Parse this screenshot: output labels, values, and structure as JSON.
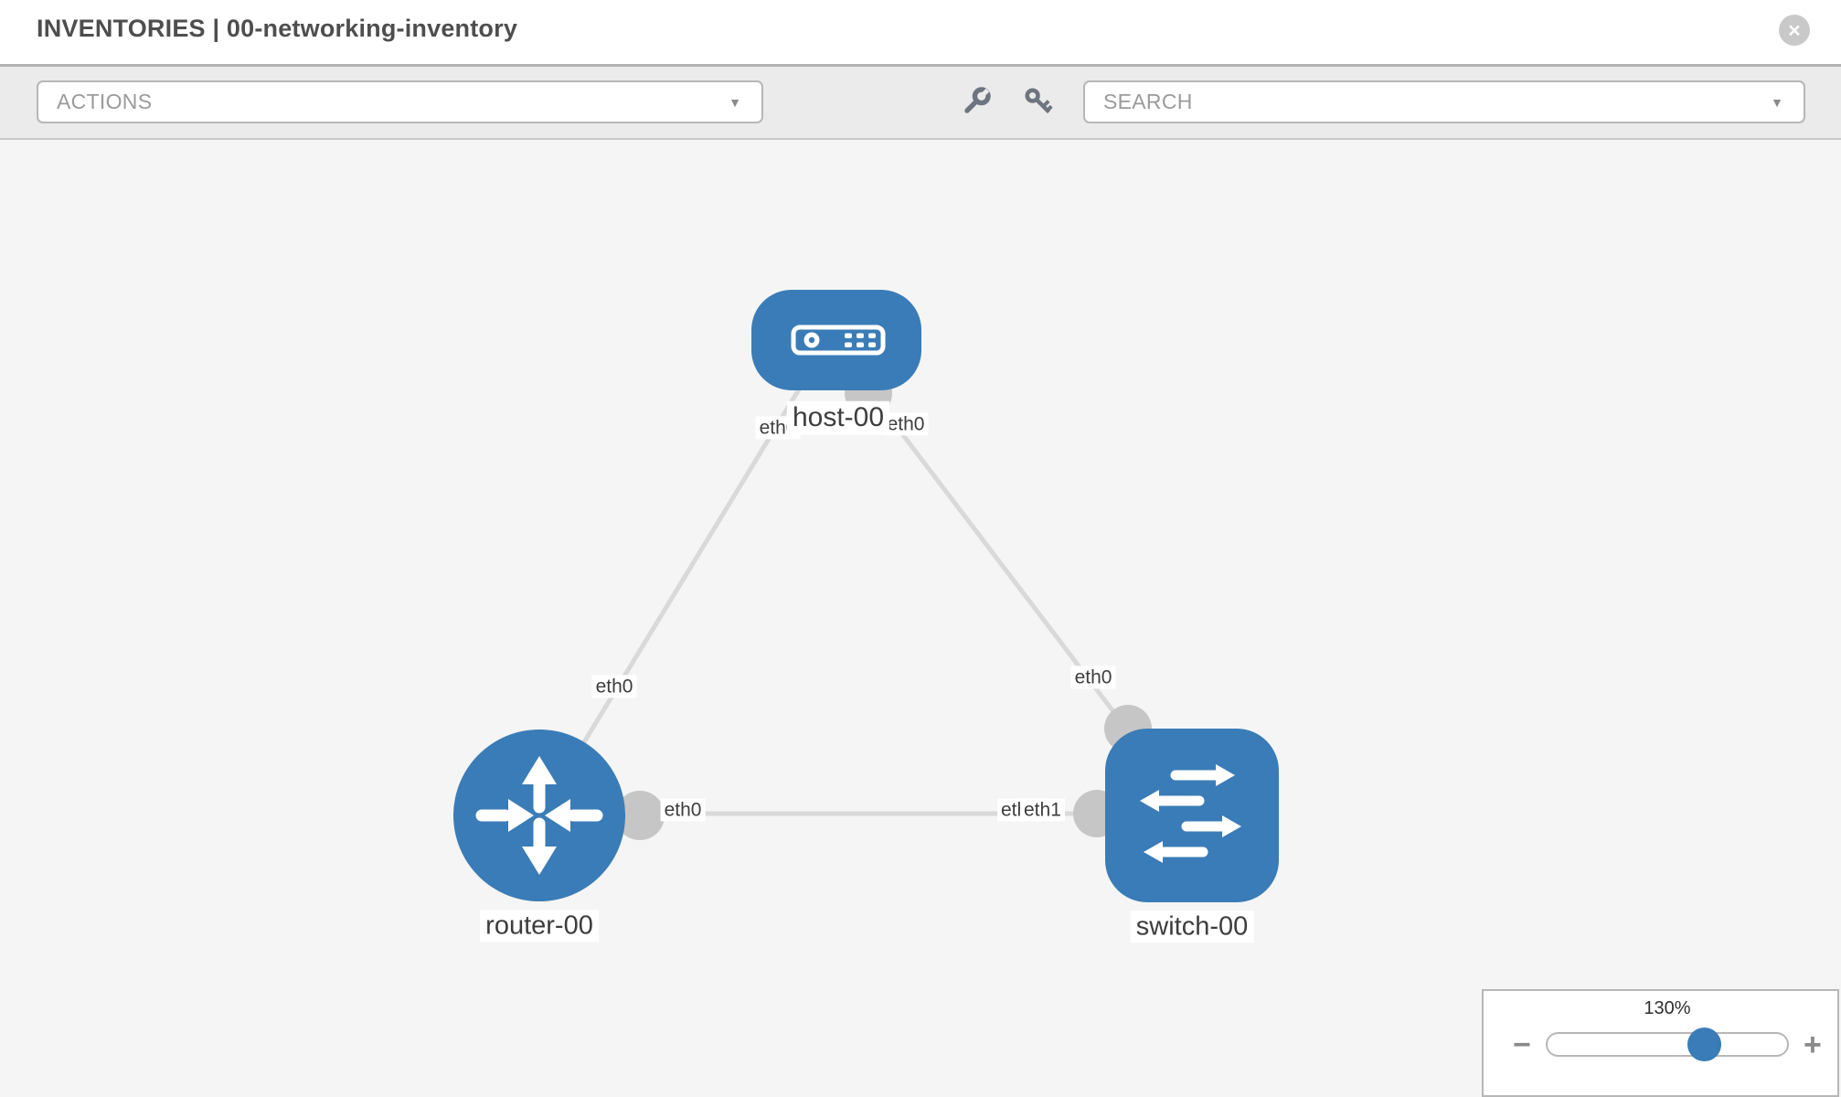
{
  "header": {
    "title": "INVENTORIES | 00-networking-inventory"
  },
  "toolbar": {
    "actions": {
      "label": "ACTIONS"
    },
    "search": {
      "label": "SEARCH"
    }
  },
  "icons": {
    "close": "×",
    "caret": "▼",
    "minus": "−",
    "plus": "+"
  },
  "zoom_control": {
    "level": "130%",
    "percent": 130
  },
  "colors": {
    "node_blue": "#3a7cb7",
    "link_gray": "#d9d9d9",
    "connector_gray": "#c6c6c6",
    "canvas_bg": "#f5f5f5",
    "toolbar_bg": "#ebebeb"
  },
  "topology": {
    "nodes": [
      {
        "id": "host-00",
        "type": "host",
        "label": "host-00"
      },
      {
        "id": "router-00",
        "type": "router",
        "label": "router-00"
      },
      {
        "id": "switch-00",
        "type": "switch",
        "label": "switch-00"
      }
    ],
    "links": [
      {
        "source": "host-00",
        "target": "router-00",
        "source_interface": "eth0",
        "target_interface": "eth0"
      },
      {
        "source": "host-00",
        "target": "switch-00",
        "source_interface": "eth0",
        "target_interface": "eth0"
      },
      {
        "source": "router-00",
        "target": "switch-00",
        "source_interface": "eth0",
        "target_interface": "eth1",
        "overlapped_label": "eth0"
      }
    ]
  }
}
